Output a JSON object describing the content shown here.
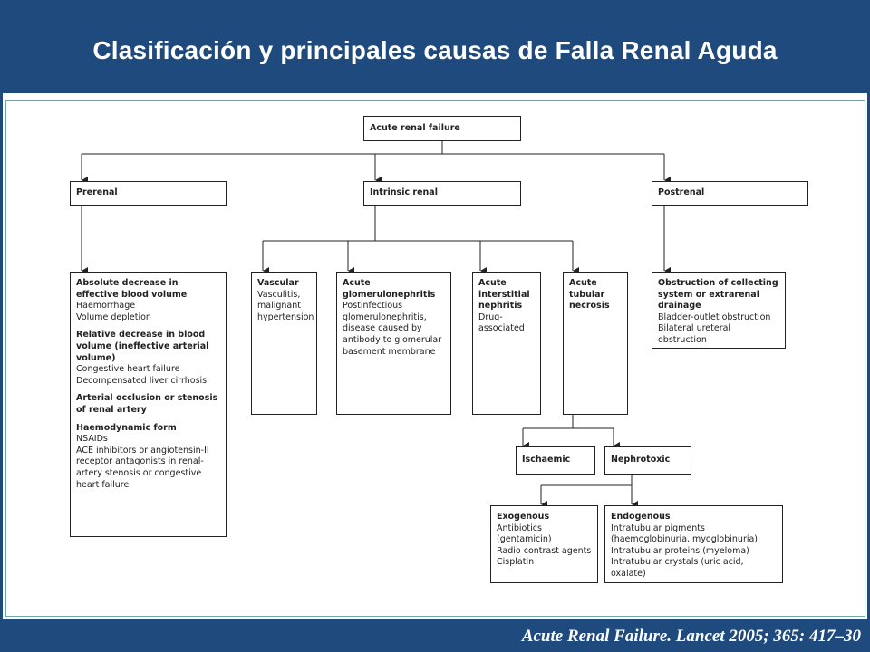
{
  "title": "Clasificación  y principales causas de Falla Renal Aguda",
  "citation": "Acute Renal Failure. Lancet 2005; 365: 417–30",
  "colors": {
    "header_bg": "#1f4a7d",
    "panel_bg": "#ffffff",
    "frame": "#6fa8a8",
    "line": "#222222"
  },
  "diagram": {
    "root": "Acute renal failure",
    "prerenal": {
      "label": "Prerenal",
      "absolute_title": "Absolute decrease in effective blood volume",
      "absolute_items": [
        "Haemorrhage",
        "Volume depletion"
      ],
      "relative_title": "Relative decrease in blood volume (ineffective arterial volume)",
      "relative_items": [
        "Congestive heart failure",
        "Decompensated liver cirrhosis"
      ],
      "occlusion_title": "Arterial occlusion or stenosis of renal artery",
      "haemo_title": "Haemodynamic form",
      "haemo_items": [
        "NSAIDs",
        "ACE inhibitors or angiotensin-II receptor antagonists in renal-artery stenosis or congestive heart failure"
      ]
    },
    "intrinsic": {
      "label": "Intrinsic renal",
      "vascular_title": "Vascular",
      "vascular_text": "Vasculitis, malignant hypertension",
      "glomerulo_title": "Acute glomerulonephritis",
      "glomerulo_text": "Postinfectious glomerulonephritis, disease caused by antibody to glomerular basement membrane",
      "interstitial_title": "Acute interstitial nephritis",
      "interstitial_text": "Drug-associated",
      "tubular_title": "Acute tubular necrosis",
      "ischaemic": "Ischaemic",
      "nephrotoxic": "Nephrotoxic",
      "exogenous_title": "Exogenous",
      "exogenous_items": [
        "Antibiotics (gentamicin)",
        "Radio contrast agents",
        "Cisplatin"
      ],
      "endogenous_title": "Endogenous",
      "endogenous_items": [
        "Intratubular pigments (haemoglobinuria, myoglobinuria)",
        "Intratubular proteins (myeloma)",
        "Intratubular crystals (uric acid, oxalate)"
      ]
    },
    "postrenal": {
      "label": "Postrenal",
      "obstruction_title": "Obstruction of collecting system or extrarenal drainage",
      "obstruction_items": [
        "Bladder-outlet obstruction",
        "Bilateral ureteral obstruction"
      ]
    }
  }
}
